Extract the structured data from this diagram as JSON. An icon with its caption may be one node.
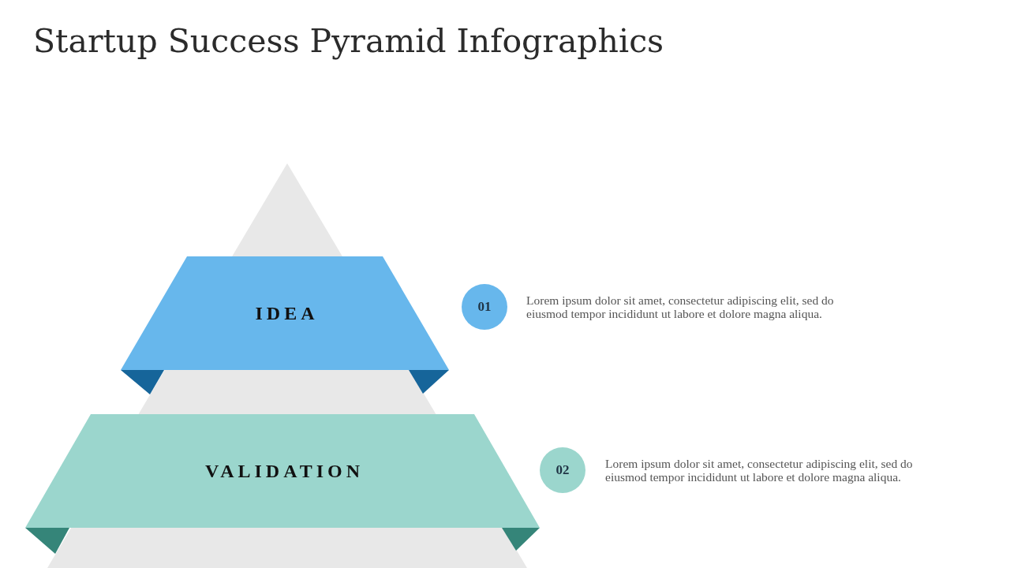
{
  "diagram": {
    "title": "Startup Success Pyramid Infographics",
    "nodes": [
      {
        "text": [
          "IDEA"
        ]
      },
      {
        "text": [
          "01"
        ],
        "beside": [
          "Lorem ipsum dolor sit amet, consectetur adipiscing elit, sed do eiusmod tempor incididunt ut labore et dolore magna aliqua."
        ]
      },
      {
        "text": [
          "VALIDATION"
        ]
      },
      {
        "text": [
          "02"
        ],
        "beside": [
          "Lorem ipsum dolor sit amet, consectetur adipiscing elit, sed do eiusmod tempor incididunt ut labore et dolore magna aliqua."
        ]
      }
    ]
  }
}
